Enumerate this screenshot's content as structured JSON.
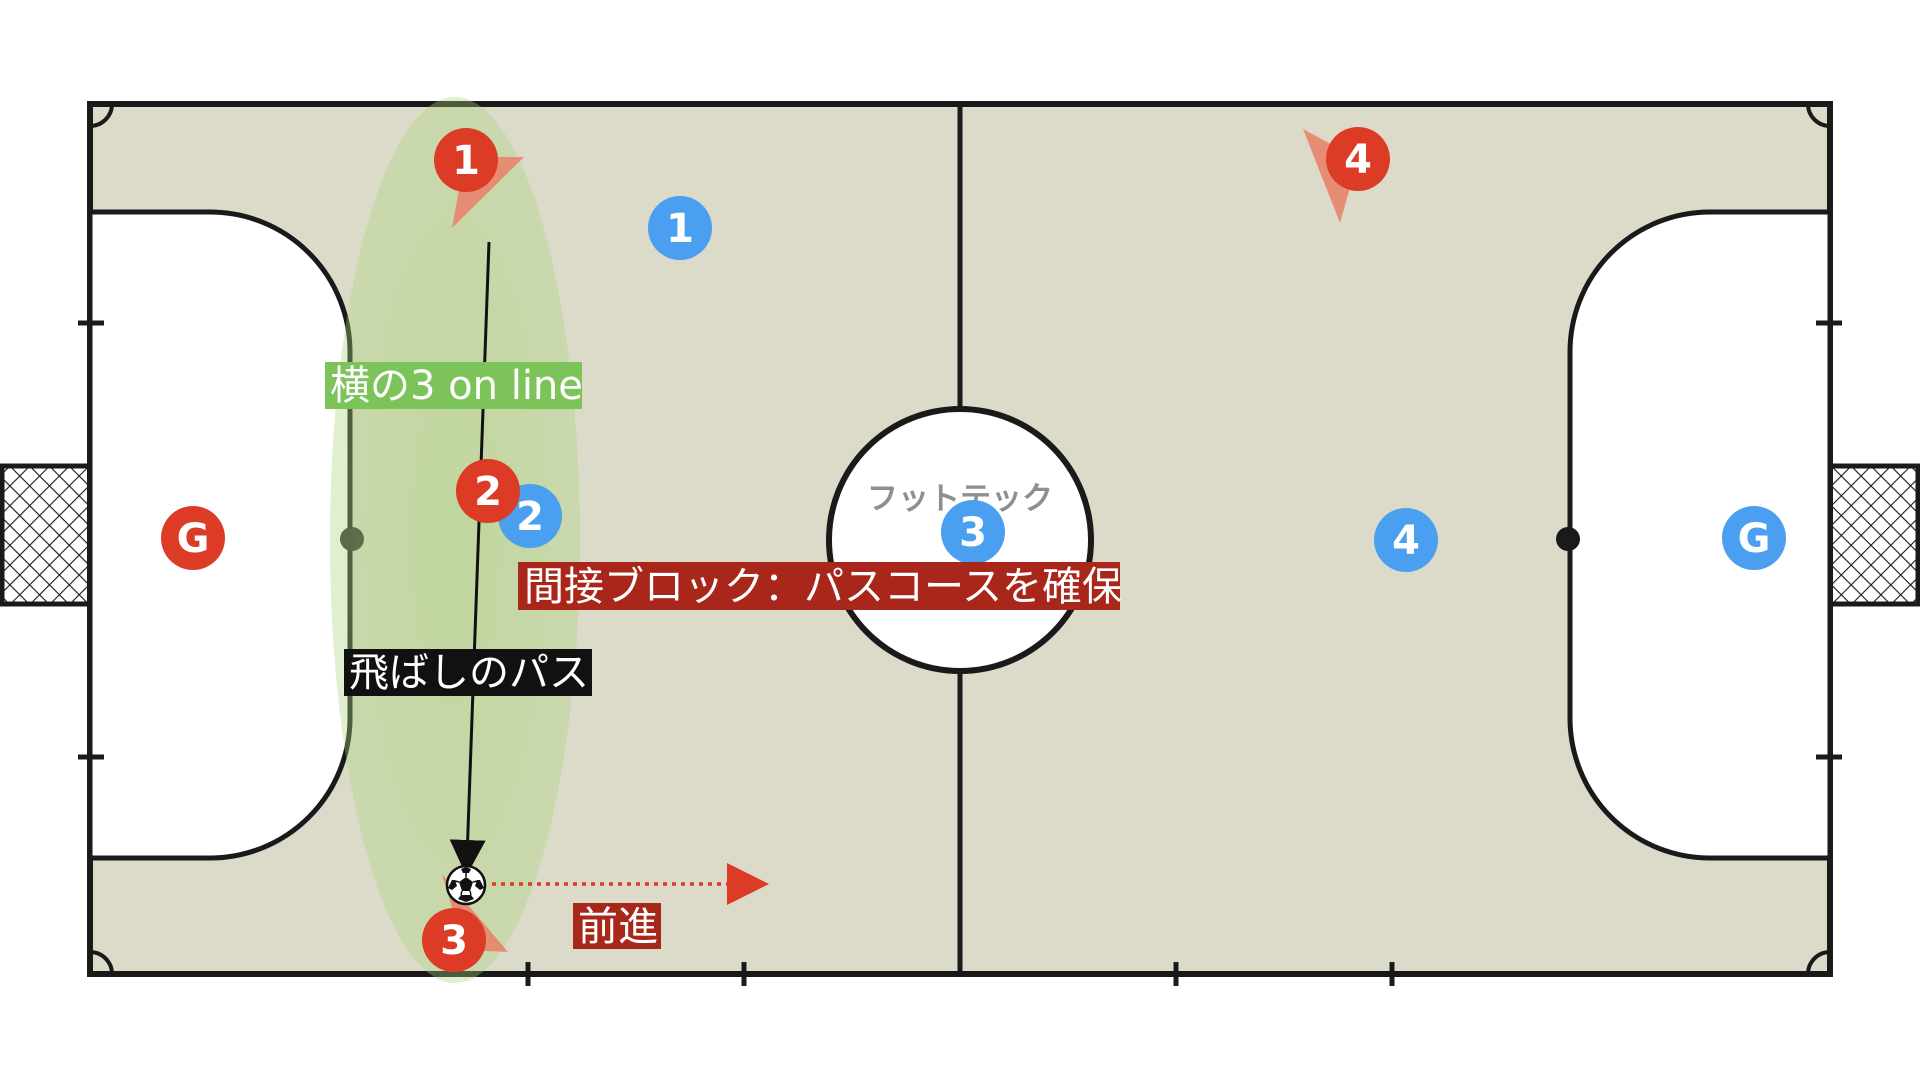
{
  "colors": {
    "court_surface": "#dcdbc9",
    "court_line": "#1a1a1a",
    "penalty_area": "#ffffff",
    "red_team": "#dc3b26",
    "blue_team": "#4b9ff0",
    "facing_cone": "#e8846c",
    "highlight_zone": "#a8d27a",
    "green_label_bg": "#7cc35a",
    "red_label_bg": "#a8261a",
    "black_label_bg": "#111111",
    "advance_arrow": "#dc3b26"
  },
  "watermark": "フットテック",
  "labels": {
    "line_label": "横の3 on line",
    "block_label": "間接ブロック：パスコースを確保",
    "pass_label": "飛ばしのパス",
    "advance_label": "前進"
  },
  "red_players": [
    {
      "id": "red-1",
      "label": "1"
    },
    {
      "id": "red-2",
      "label": "2"
    },
    {
      "id": "red-3",
      "label": "3"
    },
    {
      "id": "red-4",
      "label": "4"
    },
    {
      "id": "red-g",
      "label": "G"
    }
  ],
  "blue_players": [
    {
      "id": "blue-1",
      "label": "1"
    },
    {
      "id": "blue-2",
      "label": "2"
    },
    {
      "id": "blue-3",
      "label": "3"
    },
    {
      "id": "blue-4",
      "label": "4"
    },
    {
      "id": "blue-g",
      "label": "G"
    }
  ],
  "ball_icon": "soccer-ball-icon",
  "goal_icon": "goal-net-icon"
}
